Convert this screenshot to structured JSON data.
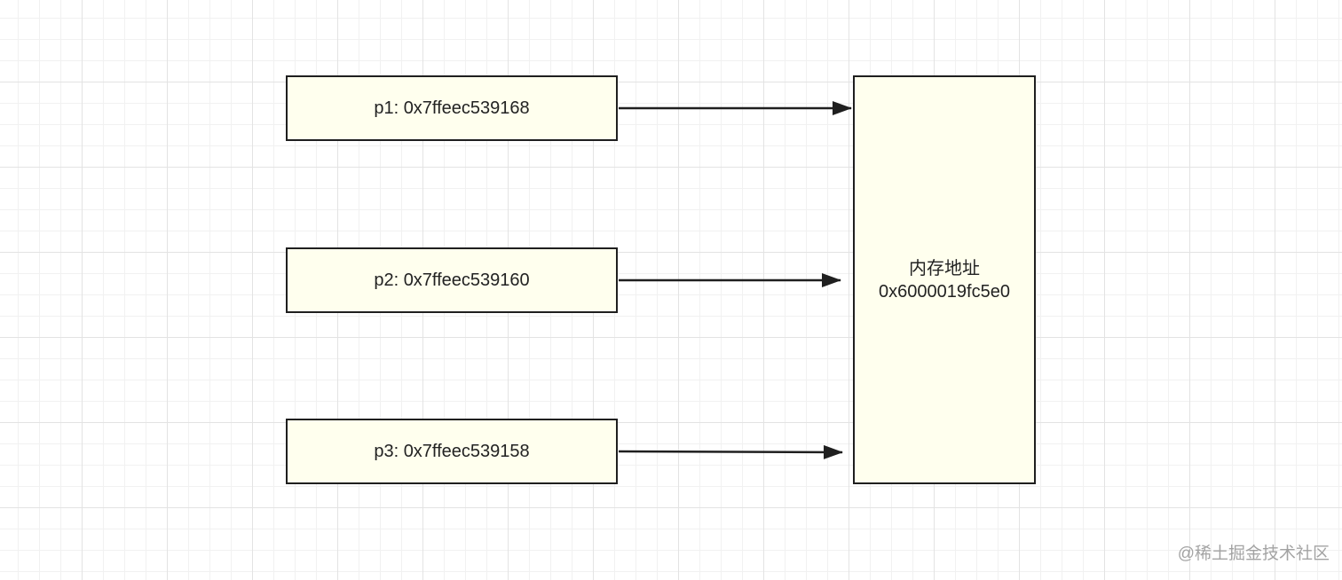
{
  "colors": {
    "node_fill": "#ffffee",
    "node_border": "#1f1f1f",
    "arrow": "#1f1f1f"
  },
  "diagram": {
    "pointers": [
      {
        "label": "p1: 0x7ffeec539168"
      },
      {
        "label": "p2: 0x7ffeec539160"
      },
      {
        "label": "p3: 0x7ffeec539158"
      }
    ],
    "memory": {
      "title": "内存地址",
      "address": "0x6000019fc5e0"
    }
  },
  "watermark": "@稀土掘金技术社区"
}
